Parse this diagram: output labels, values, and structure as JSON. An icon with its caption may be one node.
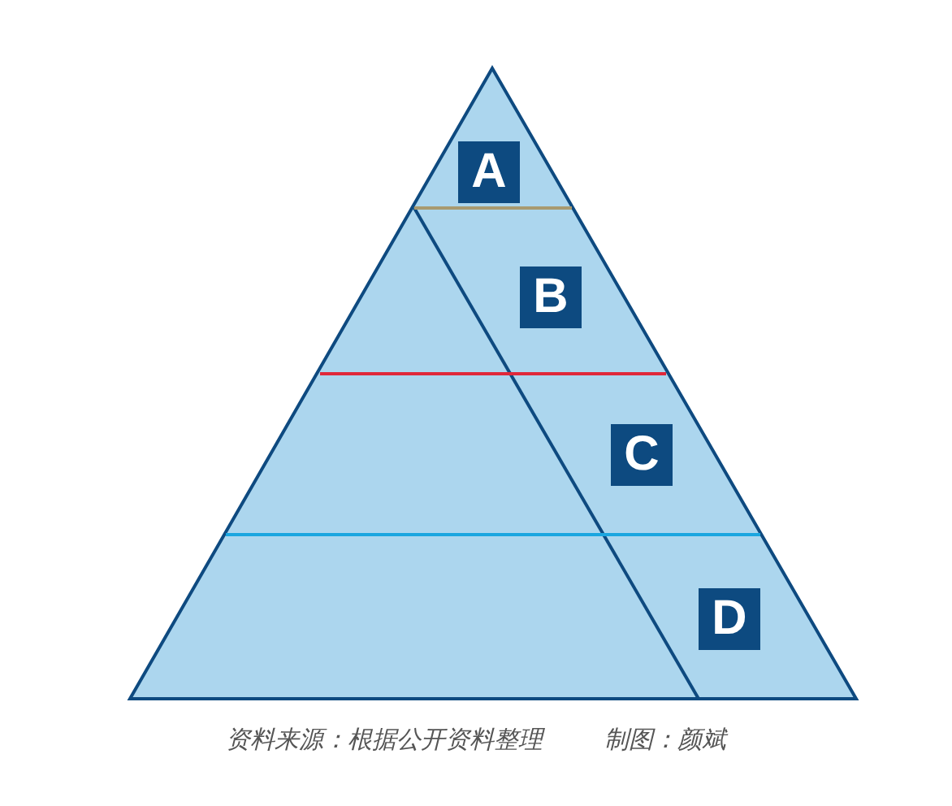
{
  "diagram": {
    "nodes": [
      {
        "text": [
          "A"
        ]
      },
      {
        "text": [
          "B"
        ]
      },
      {
        "text": [
          "C"
        ]
      },
      {
        "text": [
          "D"
        ]
      }
    ],
    "labels": [
      "资料来源：根据公开资料整理",
      "制图：颜斌"
    ]
  }
}
